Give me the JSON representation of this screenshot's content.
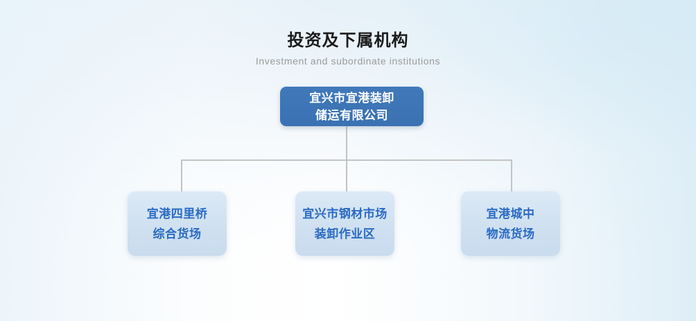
{
  "header": {
    "title_cn": "投资及下属机构",
    "title_en": "Investment and subordinate institutions"
  },
  "org_chart": {
    "root": {
      "label": "宜兴市宜港装卸\n储运有限公司",
      "line1": "宜兴市宜港装卸",
      "line2": "储运有限公司",
      "bg_color": "#3d75b6",
      "text_color": "#ffffff"
    },
    "children": [
      {
        "label": "宜港四里桥\n综合货场",
        "line1": "宜港四里桥",
        "line2": "综合货场"
      },
      {
        "label": "宜兴市钢材市场\n装卸作业区",
        "line1": "宜兴市钢材市场",
        "line2": "装卸作业区"
      },
      {
        "label": "宜港城中\n物流货场",
        "line1": "宜港城中",
        "line2": "物流货场"
      }
    ],
    "child_bg_color": "#cfe0f0",
    "child_text_color": "#2a6ac3",
    "connector_color": "#c3c3c3"
  },
  "background": {
    "top_left_color": "#eef5fa",
    "top_right_color": "#e3eff7",
    "bottom_color": "#ffffff"
  }
}
